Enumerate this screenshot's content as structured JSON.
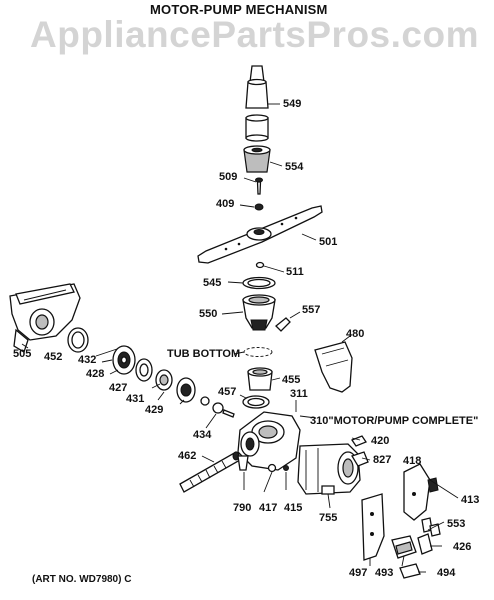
{
  "header": {
    "title": "MOTOR-PUMP MECHANISM",
    "watermark": "AppliancePartsPros.com"
  },
  "labels": {
    "p549": "549",
    "p554": "554",
    "p509": "509",
    "p409": "409",
    "p501": "501",
    "p511": "511",
    "p545": "545",
    "p557": "557",
    "p550": "550",
    "p480": "480",
    "p505": "505",
    "p452": "452",
    "p432": "432",
    "p428": "428",
    "tub_bottom": "TUB BOTTOM",
    "p455": "455",
    "p427": "427",
    "p431": "431",
    "p429": "429",
    "p457": "457",
    "p311": "311",
    "p434": "434",
    "motor_pump_complete": "310\"MOTOR/PUMP COMPLETE\"",
    "p420": "420",
    "p462": "462",
    "p827": "827",
    "p418": "418",
    "p413": "413",
    "p790": "790",
    "p417": "417",
    "p415": "415",
    "p755": "755",
    "p553": "553",
    "p426": "426",
    "p497": "497",
    "p493": "493",
    "p494": "494"
  },
  "footer": {
    "art_no": "(ART NO. WD7980) C"
  }
}
